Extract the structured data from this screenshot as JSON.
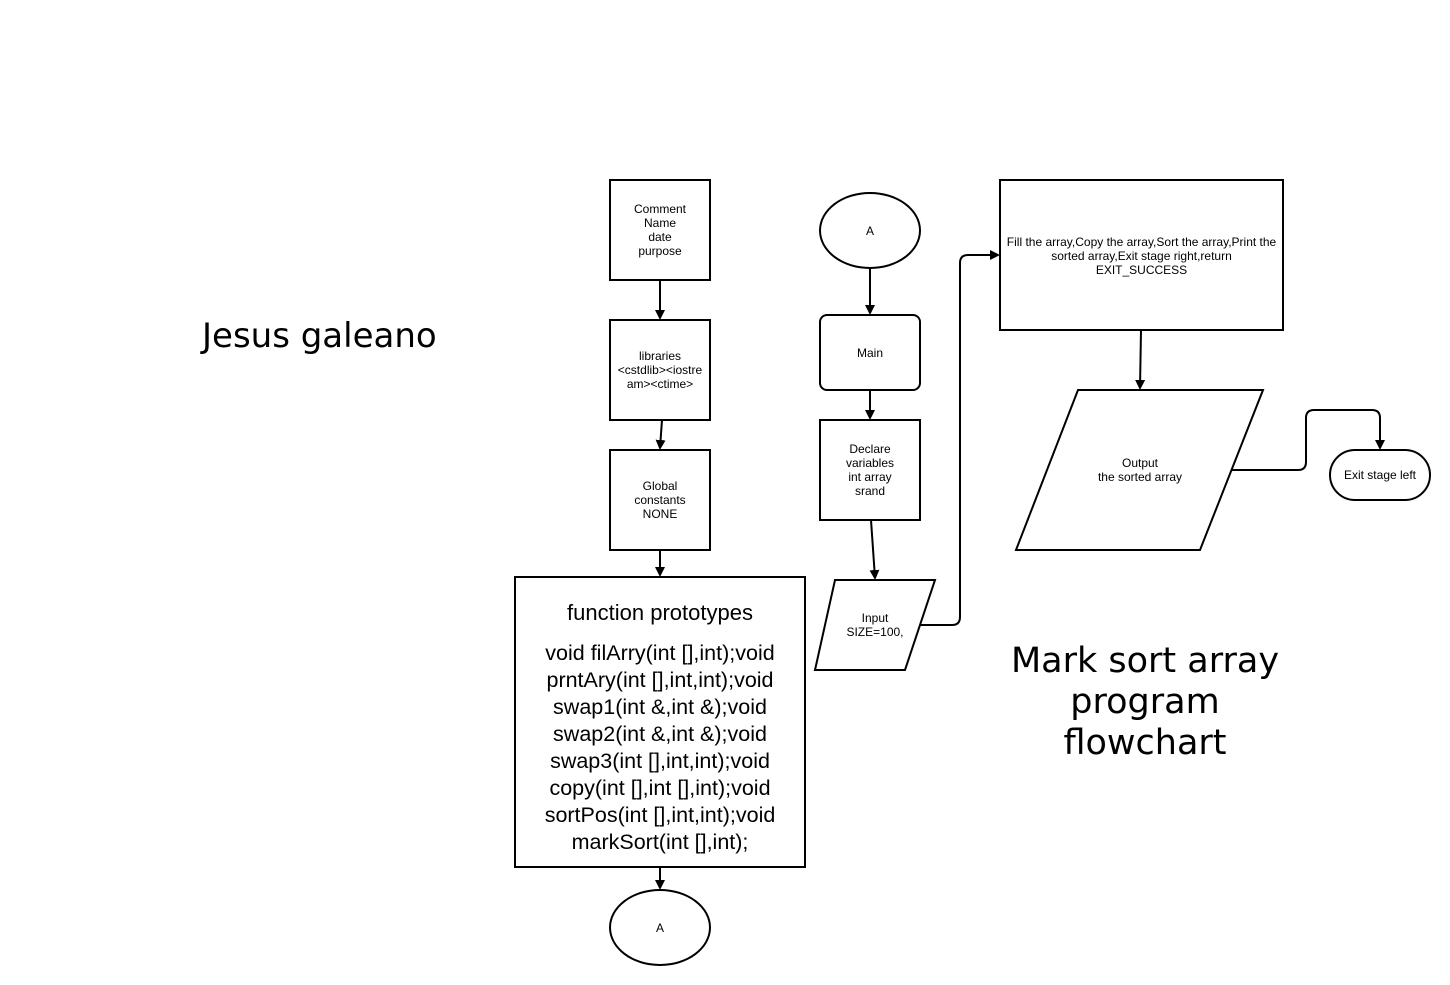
{
  "author": "Jesus galeano",
  "title": [
    "Mark sort array",
    "program flowchart"
  ],
  "left_column": {
    "comment_box": [
      "Comment",
      "Name",
      "date",
      "purpose"
    ],
    "libraries_box": [
      "libraries",
      "<cstdlib><iostre",
      "am><ctime>"
    ],
    "globals_box": [
      "Global",
      "constants",
      "NONE"
    ],
    "prototypes_box": {
      "title": "function prototypes",
      "lines": [
        "void filArry(int [],int);void",
        "prntAry(int [],int,int);void",
        "swap1(int &,int &);void",
        "swap2(int &,int &);void",
        "swap3(int [],int,int);void",
        "copy(int [],int [],int);void",
        "sortPos(int [],int,int);void",
        "markSort(int [],int);"
      ]
    },
    "connector_bottom": "A"
  },
  "middle_column": {
    "connector_top": "A",
    "main_box": "Main",
    "declare_box": [
      "Declare",
      "variables",
      "int array",
      "srand"
    ],
    "input_box": [
      "Input",
      "SIZE=100,"
    ]
  },
  "right_column": {
    "process_box": [
      "Fill the array,Copy the array,Sort the array,Print the",
      "sorted array,Exit stage right,return",
      "EXIT_SUCCESS"
    ],
    "output_box": [
      "Output",
      "the sorted array"
    ],
    "terminal": "Exit stage left"
  }
}
